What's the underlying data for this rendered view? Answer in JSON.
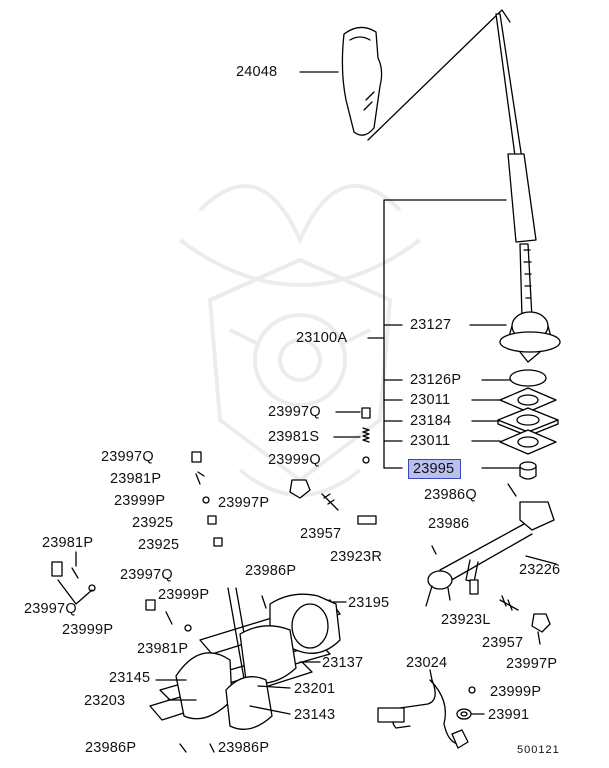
{
  "diagram_id": "500121",
  "highlighted_part": "23995",
  "parts": {
    "p24048": "24048",
    "p23100A": "23100A",
    "p23127": "23127",
    "p23126P": "23126P",
    "p23011a": "23011",
    "p23184": "23184",
    "p23011b": "23011",
    "p23995": "23995",
    "p23986Q": "23986Q",
    "p23997Q_top": "23997Q",
    "p23981S": "23981S",
    "p23999Q": "23999Q",
    "p23997Q_left": "23997Q",
    "p23981P_left": "23981P",
    "p23999P_left": "23999P",
    "p23997P_mid": "23997P",
    "p23925a": "23925",
    "p23925b": "23925",
    "p23957_mid": "23957",
    "p23923R": "23923R",
    "p23986": "23986",
    "p23226": "23226",
    "p23981P_far": "23981P",
    "p23997Q_far": "23997Q",
    "p23999P_far": "23999P",
    "p23997Q_c": "23997Q",
    "p23999P_c": "23999P",
    "p23981P_c": "23981P",
    "p23986P_top": "23986P",
    "p23195": "23195",
    "p23923L": "23923L",
    "p23957_r": "23957",
    "p23997P_r": "23997P",
    "p23137": "23137",
    "p23145": "23145",
    "p23201": "23201",
    "p23203": "23203",
    "p23143": "23143",
    "p23024": "23024",
    "p23999P_r": "23999P",
    "p23991": "23991",
    "p23986P_bl": "23986P",
    "p23986P_br": "23986P"
  }
}
